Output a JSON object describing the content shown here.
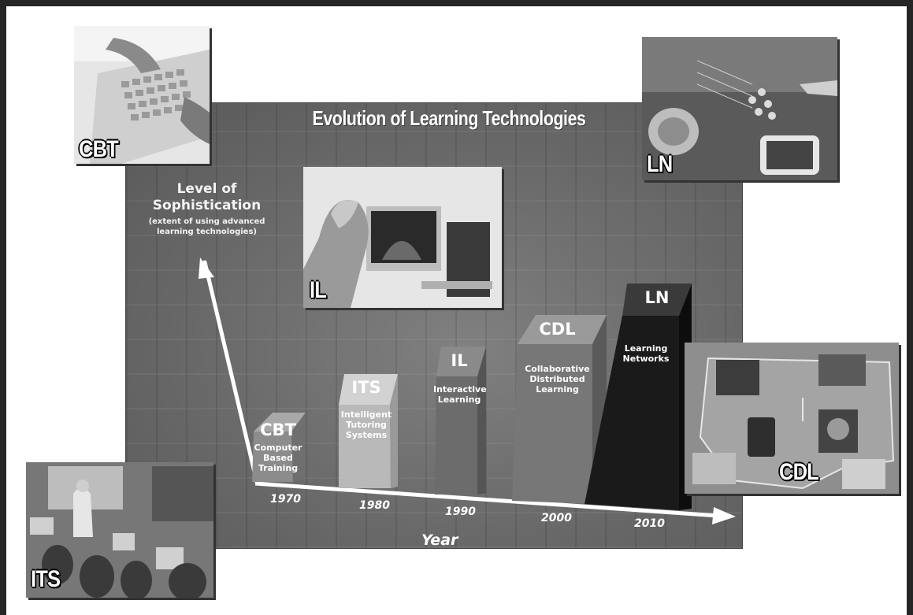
{
  "title": "Evolution of Learning Technologies",
  "y_axis": {
    "label": "Level of Sophistication",
    "note": "(extent of using advanced learning technologies)"
  },
  "x_axis": {
    "label": "Year"
  },
  "stages": [
    {
      "abbr": "CBT",
      "name": "Computer Based Training",
      "year": "1970"
    },
    {
      "abbr": "ITS",
      "name": "Intelligent Tutoring Systems",
      "year": "1980"
    },
    {
      "abbr": "IL",
      "name": "Interactive Learning",
      "year": "1990"
    },
    {
      "abbr": "CDL",
      "name": "Collaborative Distributed Learning",
      "year": "2000"
    },
    {
      "abbr": "LN",
      "name": "Learning Networks",
      "year": "2010"
    }
  ],
  "photos": {
    "cbt": "CBT",
    "ln": "LN",
    "il": "IL",
    "cdl": "CDL",
    "its": "ITS"
  },
  "colors": {
    "panel": "#6d6d6d",
    "bar_cbt": "#8c8c8c",
    "bar_its": "#b8b8b8",
    "bar_il": "#6a6a6a",
    "bar_cdl": "#777777",
    "bar_ln": "#1c1c1c",
    "arrow": "#ffffff"
  }
}
